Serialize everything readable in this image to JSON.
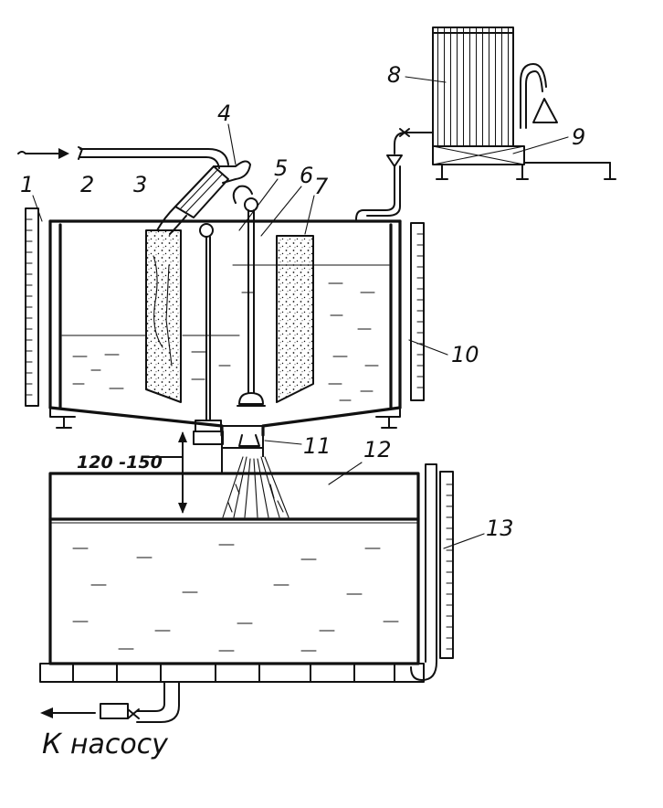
{
  "labels": {
    "l1": "1",
    "l2": "2",
    "l3": "3",
    "l4": "4",
    "l5": "5",
    "l6": "6",
    "l7": "7",
    "l8": "8",
    "l9": "9",
    "l10": "10",
    "l11": "11",
    "l12": "12",
    "l13": "13"
  },
  "dimension": "120 -150",
  "caption": "К насосу",
  "colors": {
    "ink": "#111111",
    "paper": "#ffffff"
  }
}
